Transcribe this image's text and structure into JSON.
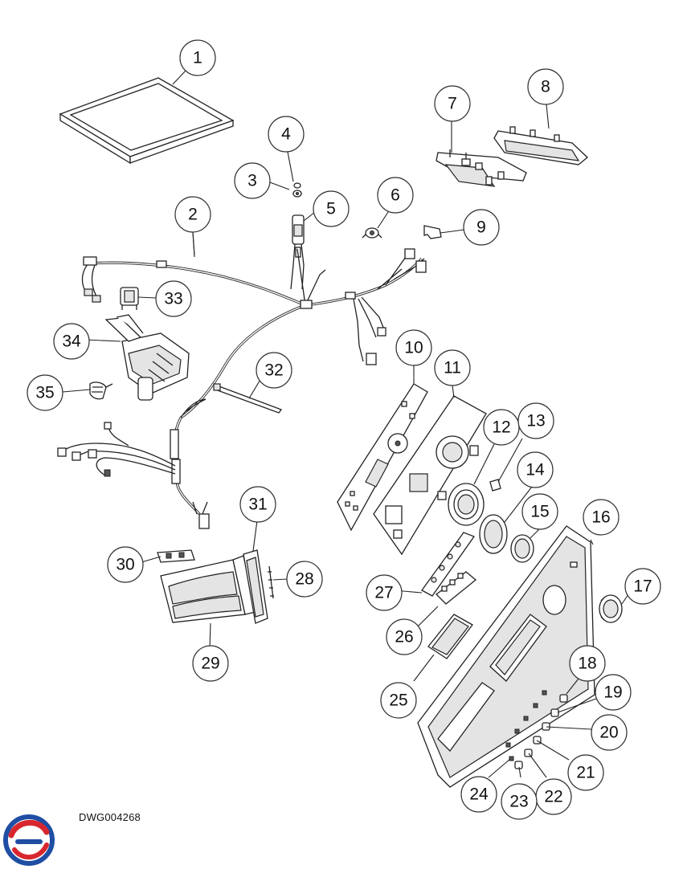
{
  "drawing_code": "DWG004268",
  "brand_colors": {
    "red": "#d8262e",
    "blue": "#1f4ea3"
  },
  "callouts": [
    "1",
    "2",
    "3",
    "4",
    "5",
    "6",
    "7",
    "8",
    "9",
    "10",
    "11",
    "12",
    "13",
    "14",
    "15",
    "16",
    "17",
    "18",
    "19",
    "20",
    "21",
    "22",
    "23",
    "24",
    "25",
    "26",
    "27",
    "28",
    "29",
    "30",
    "31",
    "32",
    "33",
    "34",
    "35"
  ]
}
